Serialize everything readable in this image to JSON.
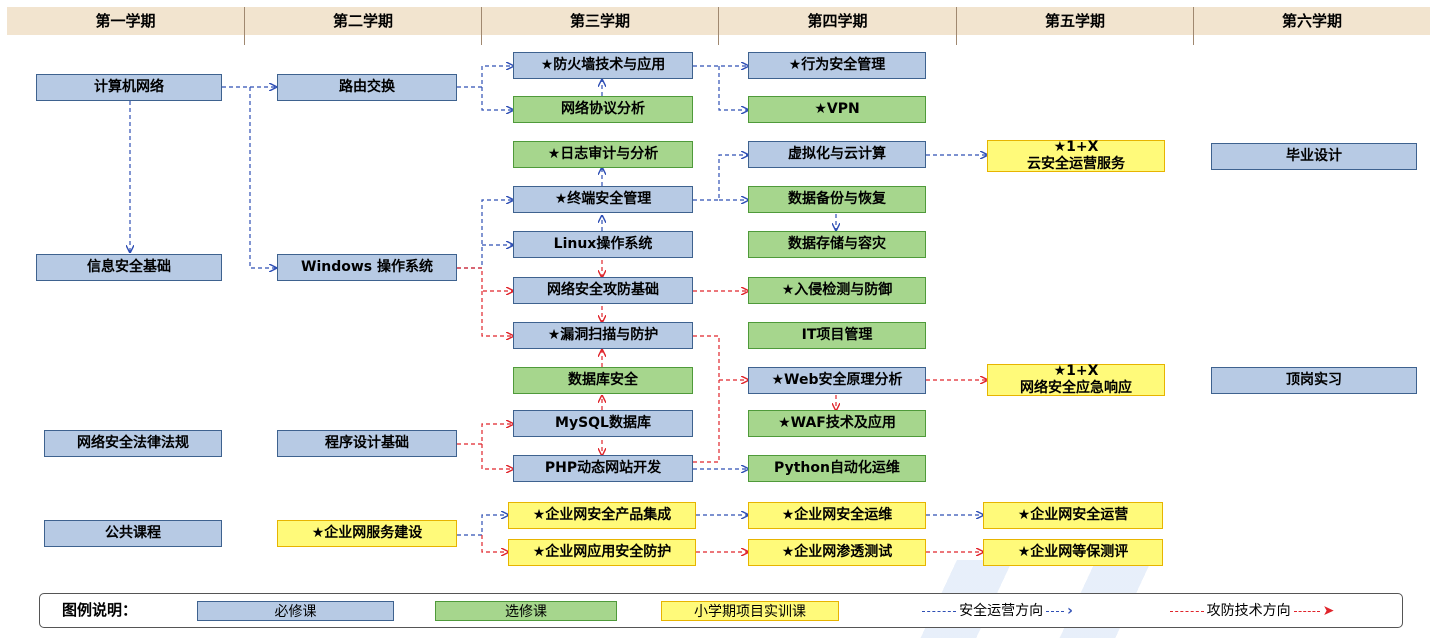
{
  "header": [
    "第一学期",
    "第二学期",
    "第三学期",
    "第四学期",
    "第五学期",
    "第六学期"
  ],
  "nodes": {
    "jsjwl": "计算机网络",
    "xxaq": "信息安全基础",
    "flfg": "网络安全法律法规",
    "ggkc": "公共课程",
    "lyjh": "路由交换",
    "windows": "Windows 操作系统",
    "cxsj": "程序设计基础",
    "qyfw": "★企业网服务建设",
    "fhq": "★防火墙技术与应用",
    "xyfx": "网络协议分析",
    "rzsj": "★日志审计与分析",
    "zdaq": "★终端安全管理",
    "linux": "Linux操作系统",
    "gfjc": "网络安全攻防基础",
    "ldsm": "★漏洞扫描与防护",
    "sjkaq": "数据库安全",
    "mysql": "MySQL数据库",
    "php": "PHP动态网站开发",
    "cpjc": "★企业网安全产品集成",
    "yyaq": "★企业网应用安全防护",
    "xwaq": "★行为安全管理",
    "vpn": "★VPN",
    "xnh": "虚拟化与云计算",
    "sjbf": "数据备份与恢复",
    "sjcc": "数据存储与容灾",
    "rqjc": "★入侵检测与防御",
    "itxm": "IT项目管理",
    "web": "★Web安全原理分析",
    "waf": "★WAF技术及应用",
    "python": "Python自动化运维",
    "aqyw": "★企业网安全运维",
    "stcs": "★企业网渗透测试",
    "cloud1": "★1+X",
    "cloud2": "云安全运营服务",
    "emerg1": "★1+X",
    "emerg2": "网络安全应急响应",
    "aqyy": "★企业网安全运营",
    "dbcp": "★企业网等保测评",
    "bysj": "毕业设计",
    "dgsx": "顶岗实习"
  },
  "legend": {
    "title": "图例说明：",
    "required": "必修课",
    "elective": "选修课",
    "project": "小学期项目实训课",
    "ops_label": "安全运营方向",
    "attack_label": "攻防技术方向"
  },
  "colors": {
    "required_fill": "#b7cae4",
    "elective_fill": "#a6d68d",
    "project_fill": "#fffa7a",
    "ops_arrow": "#2f4fb5",
    "attack_arrow": "#e0242b",
    "header_fill": "#f2e4cf"
  }
}
